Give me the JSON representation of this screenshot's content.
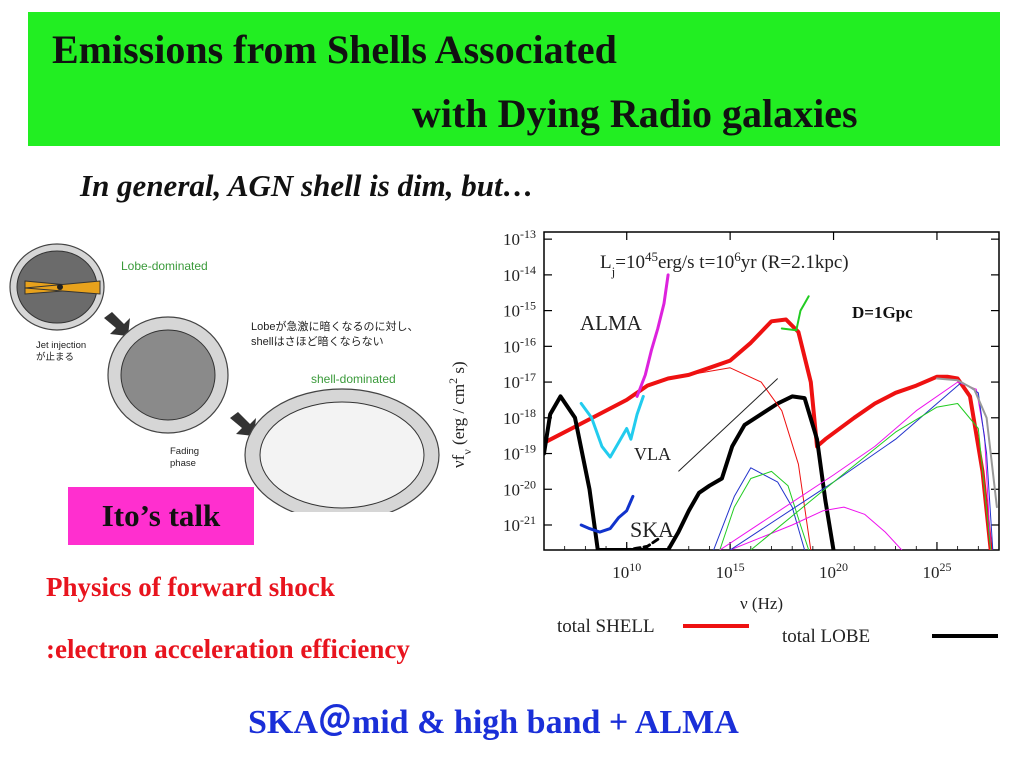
{
  "title": {
    "line1": "Emissions from Shells Associated",
    "line2": "with Dying Radio galaxies"
  },
  "subtitle": "In general, AGN shell is dim, but…",
  "diagram": {
    "lobe_dominated": "Lobe-dominated",
    "jet_injection_line1": "Jet injection",
    "jet_injection_line2": "が止まる",
    "lobe_note_line1": "Lobeが急激に暗くなるのに対し、",
    "lobe_note_line2": "shellはさほど暗くならない",
    "shell_dominated": "shell-dominated",
    "fading_line1": "Fading",
    "fading_line2": "phase"
  },
  "ito_talk": "Ito’s talk",
  "physics_line1": "Physics of forward shock",
  "physics_line2": ":electron acceleration efficiency",
  "bottom_line": "SKA＠mid & high band + ALMA",
  "chart_data": {
    "type": "line",
    "header_text": "L_j=10^45 erg/s t=10^6 yr (R=2.1kpc)",
    "distance_label": "D=1Gpc",
    "instrument_labels": [
      "ALMA",
      "VLA",
      "SKA"
    ],
    "xlabel": "ν (Hz)",
    "ylabel": "νf_ν (erg / cm² s)",
    "x_scale": "log",
    "y_scale": "log",
    "xlim_log10": [
      6,
      28
    ],
    "ylim_log10": [
      -21.7,
      -12.8
    ],
    "x_ticks": [
      {
        "log": 10,
        "base": "10",
        "exp": "10"
      },
      {
        "log": 15,
        "base": "10",
        "exp": "15"
      },
      {
        "log": 20,
        "base": "10",
        "exp": "20"
      },
      {
        "log": 25,
        "base": "10",
        "exp": "25"
      }
    ],
    "y_ticks": [
      {
        "log": -13,
        "base": "10",
        "exp": "-13"
      },
      {
        "log": -14,
        "base": "10",
        "exp": "-14"
      },
      {
        "log": -15,
        "base": "10",
        "exp": "-15"
      },
      {
        "log": -16,
        "base": "10",
        "exp": "-16"
      },
      {
        "log": -17,
        "base": "10",
        "exp": "-17"
      },
      {
        "log": -18,
        "base": "10",
        "exp": "-18"
      },
      {
        "log": -19,
        "base": "10",
        "exp": "-19"
      },
      {
        "log": -20,
        "base": "10",
        "exp": "-20"
      },
      {
        "log": -21,
        "base": "10",
        "exp": "-21"
      }
    ],
    "legend": [
      {
        "label": "total SHELL",
        "color": "#ee1111"
      },
      {
        "label": "total LOBE",
        "color": "#000000"
      }
    ],
    "series": [
      {
        "name": "total SHELL",
        "color": "#ee1111",
        "width": 4,
        "points": [
          [
            6,
            -18.7
          ],
          [
            8,
            -18.1
          ],
          [
            10,
            -17.5
          ],
          [
            11,
            -17.1
          ],
          [
            12,
            -16.9
          ],
          [
            13,
            -16.8
          ],
          [
            14,
            -16.6
          ],
          [
            15,
            -16.4
          ],
          [
            16,
            -15.9
          ],
          [
            17,
            -15.3
          ],
          [
            17.7,
            -15.25
          ],
          [
            18.3,
            -15.6
          ],
          [
            18.9,
            -17.0
          ],
          [
            19.2,
            -18.8
          ],
          [
            19.6,
            -18.6
          ],
          [
            21,
            -18.0
          ],
          [
            22,
            -17.6
          ],
          [
            23,
            -17.3
          ],
          [
            24,
            -17.1
          ],
          [
            25,
            -16.85
          ],
          [
            25.5,
            -16.85
          ],
          [
            26,
            -16.9
          ],
          [
            26.6,
            -17.4
          ],
          [
            27.2,
            -19.5
          ],
          [
            27.6,
            -21.7
          ]
        ]
      },
      {
        "name": "total LOBE",
        "color": "#000000",
        "width": 4,
        "points": [
          [
            6,
            -19.0
          ],
          [
            6.3,
            -17.9
          ],
          [
            6.8,
            -17.4
          ],
          [
            7.5,
            -18.0
          ],
          [
            8.2,
            -20.0
          ],
          [
            8.6,
            -21.7
          ],
          [
            12,
            -21.7
          ],
          [
            12.5,
            -21.2
          ],
          [
            13,
            -20.6
          ],
          [
            13.5,
            -20.1
          ],
          [
            14,
            -19.9
          ],
          [
            14.6,
            -19.7
          ],
          [
            15.1,
            -18.8
          ],
          [
            15.7,
            -18.2
          ],
          [
            16.5,
            -17.9
          ],
          [
            17.3,
            -17.6
          ],
          [
            18,
            -17.4
          ],
          [
            18.6,
            -17.45
          ],
          [
            19.2,
            -18.6
          ],
          [
            19.6,
            -20.3
          ],
          [
            20,
            -21.7
          ]
        ]
      },
      {
        "name": "",
        "color": "#ee1111",
        "width": 1,
        "points": [
          [
            13,
            -16.8
          ],
          [
            15,
            -16.6
          ],
          [
            16.5,
            -17.0
          ],
          [
            17.5,
            -17.8
          ],
          [
            18.3,
            -19.3
          ],
          [
            18.9,
            -21.7
          ]
        ]
      },
      {
        "name": "",
        "color": "#22cc22",
        "width": 2,
        "points": [
          [
            17.5,
            -15.5
          ],
          [
            18.2,
            -15.55
          ],
          [
            18.4,
            -15.0
          ],
          [
            18.6,
            -14.8
          ],
          [
            18.8,
            -14.6
          ]
        ]
      },
      {
        "name": "",
        "color": "#2233cc",
        "width": 1,
        "points": [
          [
            14.2,
            -21.7
          ],
          [
            15.2,
            -20.2
          ],
          [
            16,
            -19.4
          ],
          [
            17.3,
            -19.8
          ],
          [
            18,
            -20.5
          ],
          [
            18.6,
            -21.7
          ]
        ]
      },
      {
        "name": "",
        "color": "#22cc22",
        "width": 1,
        "points": [
          [
            14.5,
            -21.7
          ],
          [
            15.2,
            -20.5
          ],
          [
            16,
            -19.7
          ],
          [
            17,
            -19.5
          ],
          [
            17.8,
            -19.9
          ],
          [
            18.4,
            -21.0
          ],
          [
            18.8,
            -21.7
          ]
        ]
      },
      {
        "name": "",
        "color": "#ee11ee",
        "width": 1,
        "points": [
          [
            15,
            -21.7
          ],
          [
            18,
            -21.0
          ],
          [
            19.5,
            -20.6
          ],
          [
            20.5,
            -20.5
          ],
          [
            21.5,
            -20.7
          ],
          [
            22.5,
            -21.2
          ],
          [
            23.3,
            -21.7
          ]
        ]
      },
      {
        "name": "",
        "color": "#ee11ee",
        "width": 1,
        "points": [
          [
            14.5,
            -21.7
          ],
          [
            20,
            -19.6
          ],
          [
            22,
            -18.8
          ],
          [
            24,
            -17.8
          ],
          [
            26,
            -17.0
          ],
          [
            26.9,
            -17.2
          ],
          [
            27.3,
            -18.5
          ],
          [
            27.6,
            -21.7
          ]
        ]
      },
      {
        "name": "",
        "color": "#2233cc",
        "width": 1,
        "points": [
          [
            15,
            -21.7
          ],
          [
            20,
            -19.8
          ],
          [
            23,
            -18.6
          ],
          [
            25,
            -17.6
          ],
          [
            26.2,
            -17.0
          ],
          [
            27,
            -17.3
          ],
          [
            27.4,
            -19.0
          ],
          [
            27.7,
            -21.7
          ]
        ]
      },
      {
        "name": "",
        "color": "#22cc22",
        "width": 1,
        "points": [
          [
            16,
            -21.7
          ],
          [
            20,
            -19.8
          ],
          [
            23,
            -18.4
          ],
          [
            25,
            -17.7
          ],
          [
            26,
            -17.6
          ],
          [
            27,
            -18.3
          ],
          [
            27.6,
            -21.7
          ]
        ]
      },
      {
        "name": "",
        "color": "#999999",
        "width": 2,
        "points": [
          [
            25,
            -16.9
          ],
          [
            26,
            -16.95
          ],
          [
            26.8,
            -17.2
          ],
          [
            27.4,
            -18.0
          ],
          [
            27.9,
            -20.5
          ]
        ]
      },
      {
        "name": "ALMA",
        "color": "#dd22dd",
        "width": 3,
        "points": [
          [
            10.5,
            -17.4
          ],
          [
            10.9,
            -16.8
          ],
          [
            11.2,
            -16.1
          ],
          [
            11.5,
            -15.5
          ],
          [
            11.8,
            -14.8
          ],
          [
            12,
            -14.0
          ]
        ]
      },
      {
        "name": "VLA",
        "color": "#22ccee",
        "width": 3,
        "points": [
          [
            7.8,
            -17.6
          ],
          [
            8.3,
            -18.0
          ],
          [
            8.8,
            -18.8
          ],
          [
            9.2,
            -19.1
          ],
          [
            9.6,
            -18.7
          ],
          [
            10,
            -18.3
          ],
          [
            10.2,
            -18.6
          ],
          [
            10.5,
            -17.9
          ],
          [
            10.8,
            -17.4
          ]
        ]
      },
      {
        "name": "SKA",
        "color": "#1133cc",
        "width": 3,
        "points": [
          [
            7.8,
            -21.0
          ],
          [
            8.2,
            -21.1
          ],
          [
            8.7,
            -21.2
          ],
          [
            9.2,
            -21.1
          ],
          [
            9.6,
            -20.8
          ],
          [
            10,
            -20.6
          ],
          [
            10.3,
            -20.2
          ]
        ]
      },
      {
        "name": "",
        "color": "#000000",
        "width": 3,
        "dash": "6,4",
        "points": [
          [
            9.4,
            -21.7
          ],
          [
            10,
            -21.7
          ],
          [
            11,
            -21.6
          ],
          [
            11.5,
            -21.4
          ]
        ]
      }
    ],
    "pointer_lines": [
      {
        "from": [
          12.5,
          -19.5
        ],
        "to": [
          17.3,
          -16.9
        ]
      }
    ]
  }
}
